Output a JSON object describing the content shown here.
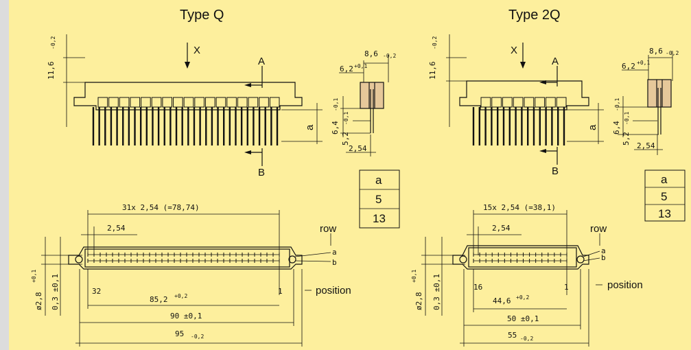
{
  "title_q": "Type Q",
  "title_2q": "Type 2Q",
  "view_x": "X",
  "section_a": "A",
  "section_b": "B",
  "dim_a": "a",
  "row_label": "row",
  "position_label": "position",
  "row_a": "a",
  "row_b": "b",
  "table_q": {
    "header": "a",
    "rows": [
      "5",
      "13"
    ]
  },
  "table_2q": {
    "header": "a",
    "rows": [
      "5",
      "13"
    ]
  },
  "q": {
    "height": "11,6",
    "height_tol": "-0,2",
    "pitch_count": "31x 2,54 (=78,74)",
    "pitch": "2,54",
    "first_pos": "32",
    "last_pos": "1",
    "w1": "85,2",
    "w1_tol": "+0,2",
    "w2": "90 ±0,1",
    "w3": "95",
    "w3_tol": "-0,2",
    "hole": "ø2,8",
    "hole_tol": "+0,1",
    "thick": "0,3 ±0,1"
  },
  "q2": {
    "height": "11,6",
    "height_tol": "-0,2",
    "pitch_count": "15x 2,54 (=38,1)",
    "pitch": "2,54",
    "first_pos": "16",
    "last_pos": "1",
    "w1": "44,6",
    "w1_tol": "+0,2",
    "w2": "50 ±0,1",
    "w3": "55",
    "w3_tol": "-0,2",
    "hole": "ø2,8",
    "hole_tol": "+0,1",
    "thick": "0,3 ±0,1"
  },
  "side": {
    "top": "8,6",
    "top_tol": "-0,2",
    "left": "6,2",
    "left_tol": "+0,1",
    "h1": "6,4",
    "h1_tol": "-0,1",
    "h2": "5,2",
    "h2_tol": "-0,1",
    "pitch": "2,54"
  }
}
